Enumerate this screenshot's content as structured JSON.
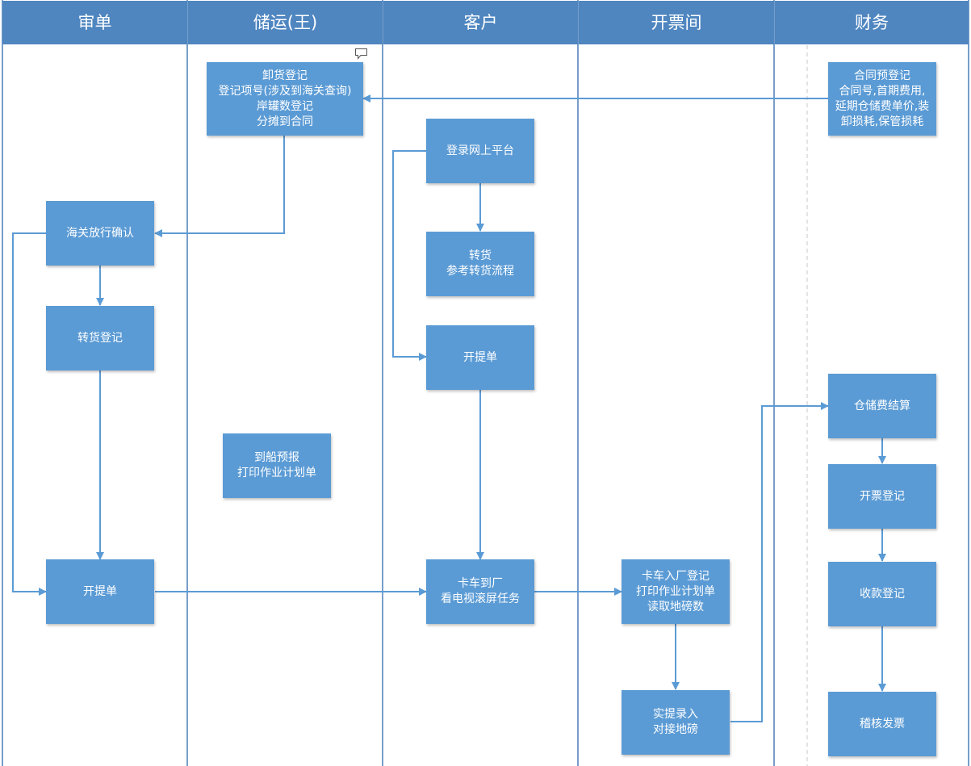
{
  "lanes": {
    "shendan": "审单",
    "chuyun": "储运(王)",
    "kehu": "客户",
    "kaipiao": "开票间",
    "caiwu": "财务"
  },
  "nodes": {
    "unload_registration": "卸货登记\n登记项号(涉及到海关查询)\n岸罐数登记\n分摊到合同",
    "contract_preregistration": "合同预登记\n合同号,首期费用,\n延期仓储费单价,装\n卸损耗,保管损耗",
    "online_platform_login": "登录网上平台",
    "customs_release_confirm": "海关放行确认",
    "transfer_goods": "转货\n参考转货流程",
    "transfer_registration": "转货登记",
    "customer_bill_of_lading": "开提单",
    "storage_fee_settlement": "仓储费结算",
    "ship_arrival_forecast": "到船预报\n打印作业计划单",
    "invoice_registration": "开票登记",
    "review_bill_of_lading": "开提单",
    "truck_arrival": "卡车到厂\n看电视滚屏任务",
    "truck_entry_registration": "卡车入厂登记\n打印作业计划单\n读取地磅数",
    "payment_registration": "收款登记",
    "actual_lifting_entry": "实提录入\n对接地磅",
    "audit_invoice": "稽核发票"
  },
  "colors": {
    "header": "#4f86c0",
    "node": "#5b9bd5",
    "connector": "#5b9bd5",
    "lane_line": "#4a7eb8"
  }
}
